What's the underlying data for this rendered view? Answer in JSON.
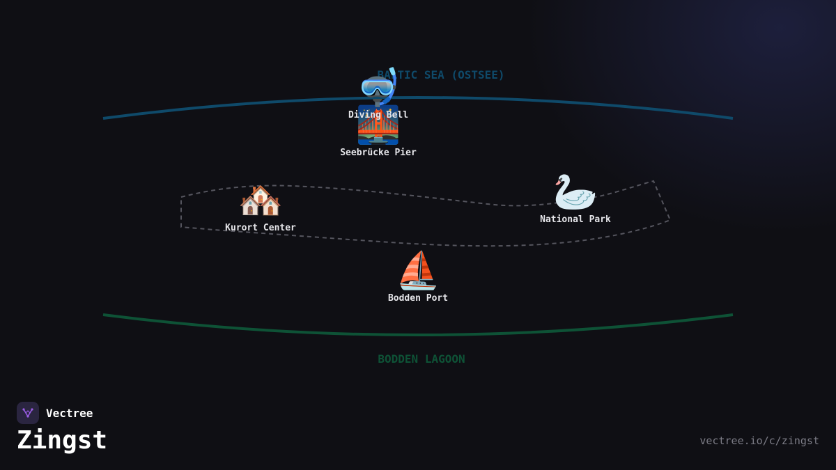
{
  "map": {
    "sea_label": "BALTIC SEA (OSTSEE)",
    "lagoon_label": "BODDEN LAGOON",
    "colors": {
      "background": "#0f0f14",
      "sea_line": "#0f4a6a",
      "lagoon_line": "#0e5236",
      "town_outline": "#55555e",
      "label_text": "#e6e6ea"
    },
    "points": [
      {
        "name": "Diving Bell",
        "icon": "🤿",
        "icon_name": "diving-mask-icon"
      },
      {
        "name": "Seebrücke Pier",
        "icon": "🌉",
        "icon_name": "bridge-at-night-icon"
      },
      {
        "name": "Kurort Center",
        "icon": "🏘️",
        "icon_name": "houses-icon"
      },
      {
        "name": "National Park",
        "icon": "🦢",
        "icon_name": "swan-icon"
      },
      {
        "name": "Bodden Port",
        "icon": "⛵",
        "icon_name": "sailboat-icon"
      }
    ]
  },
  "brand": {
    "name": "Vectree",
    "title": "Zingst",
    "url": "vectree.io/c/zingst",
    "logo_icon": "vectree-logo-icon",
    "logo_color": "#9b5de5"
  }
}
